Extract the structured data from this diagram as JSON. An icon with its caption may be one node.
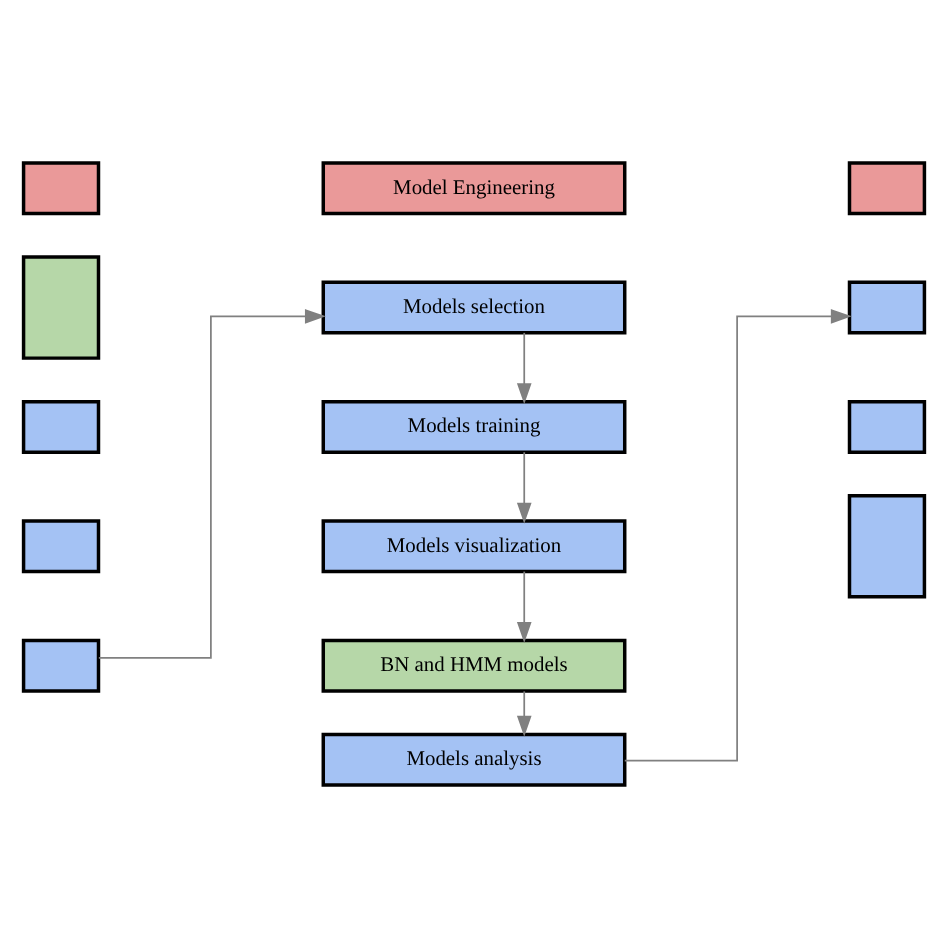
{
  "diagram": {
    "nodes": [
      {
        "text": [],
        "shape": "box"
      },
      {
        "text": [],
        "shape": "box"
      },
      {
        "text": [],
        "shape": "box"
      },
      {
        "text": [],
        "shape": "box"
      },
      {
        "text": [],
        "shape": "box"
      },
      {
        "text": [
          "Model Engineering"
        ]
      },
      {
        "text": [
          "Models selection"
        ]
      },
      {
        "text": [
          "Models training"
        ]
      },
      {
        "text": [
          "Models visualization"
        ]
      },
      {
        "text": [
          "BN and HMM models"
        ]
      },
      {
        "text": [
          "Models analysis"
        ]
      },
      {
        "text": [],
        "shape": "box"
      },
      {
        "text": [],
        "shape": "box"
      },
      {
        "text": [],
        "shape": "box"
      },
      {
        "text": [],
        "shape": "box"
      }
    ],
    "edges": [
      {
        "from": 4,
        "to": 6,
        "arrow": "to"
      },
      {
        "from": 6,
        "to": 7,
        "arrow": "to"
      },
      {
        "from": 7,
        "to": 8,
        "arrow": "to"
      },
      {
        "from": 8,
        "to": 9,
        "arrow": "to"
      },
      {
        "from": 9,
        "to": 10,
        "arrow": "to"
      },
      {
        "from": 10,
        "to": 12,
        "arrow": "to"
      }
    ]
  }
}
